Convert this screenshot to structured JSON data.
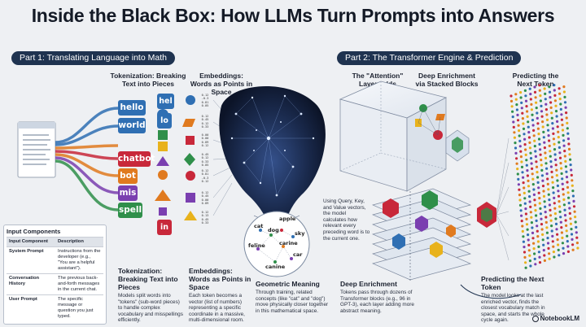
{
  "title": "Inside the Black Box: How LLMs Turn Prompts into Answers",
  "part1": "Part 1: Translating Language into Math",
  "part2": "Part 2: The Transformer Engine & Prediction",
  "heads": {
    "tokenization": "Tokenization: Breaking Text into Pieces",
    "embeddings": "Embeddings: Words as Points in Space",
    "attention": "The \"Attention\" Layer Adds Context",
    "enrichment": "Deep Enrichment via Stacked Blocks",
    "predicting": "Predicting the Next Token"
  },
  "tokens": [
    "hello",
    "world",
    "chatbot",
    "bot",
    "mis",
    "spell"
  ],
  "subtokens": [
    "hel",
    "lo",
    "in"
  ],
  "vectors": [
    [
      "0.12",
      "-0.3",
      "0.81",
      "0.05"
    ],
    [
      "0.12",
      "0.45",
      "0.12",
      "0.33"
    ],
    [
      "0.00",
      "0.00",
      "0.89",
      "0.12"
    ],
    [
      "0.45",
      "0.12",
      "0.33",
      "0.05"
    ],
    [
      "0.12",
      "0.81",
      "-0.3",
      "0.12"
    ],
    [
      "0.12",
      "0.45",
      "0.00",
      "0.89"
    ],
    [
      "0.12",
      "0.13",
      "0.45",
      "0.33"
    ]
  ],
  "input_components": {
    "title": "Input Components",
    "header": [
      "Input Component",
      "Description"
    ],
    "rows": [
      [
        "System Prompt",
        "Instructions from the developer (e.g., \"You are a helpful assistant\")."
      ],
      [
        "Conversation History",
        "The previous back-and-forth messages in the current chat."
      ],
      [
        "User Prompt",
        "The specific message or question you just typed."
      ]
    ]
  },
  "captions": {
    "tokenization": {
      "title": "Tokenization: Breaking Text into Pieces",
      "body": "Models split words into \"tokens\" (sub-word pieces) to handle complex vocabulary and misspellings efficiently."
    },
    "embeddings": {
      "title": "Embeddings: Words as Points in Space",
      "body": "Each token becomes a vector (list of numbers) representing a specific coordinate in a massive, multi-dimensional room."
    },
    "geometric": {
      "title": "Geometric Meaning",
      "body": "Through training, related concepts (like \"cat\" and \"dog\") move physically closer together in this mathematical space."
    },
    "qkv": {
      "body": "Using Query, Key, and Value vectors, the model calculates how relevant every preceding word is to the current one."
    },
    "deep": {
      "title": "Deep Enrichment",
      "body": "Tokens pass through dozens of Transformer blocks (e.g., 96 in GPT-3), each layer adding more abstract meaning."
    },
    "predict": {
      "title": "Predicting the Next Token",
      "body": "The model looks at the last enriched vector, finds the closest vocabulary match in space, and starts the whole cycle again."
    }
  },
  "semantic_words": [
    "apple",
    "cat",
    "dog",
    "sky",
    "carine",
    "feline",
    "car",
    "canine"
  ],
  "brand": "NotebookLM",
  "colors": {
    "navy": "#1f3350",
    "blue": "#2f6fb3",
    "orange": "#e07a1f",
    "purple": "#7a3fb0",
    "red": "#c8283a",
    "green": "#2f8f4a",
    "yellow": "#e8b21c"
  }
}
